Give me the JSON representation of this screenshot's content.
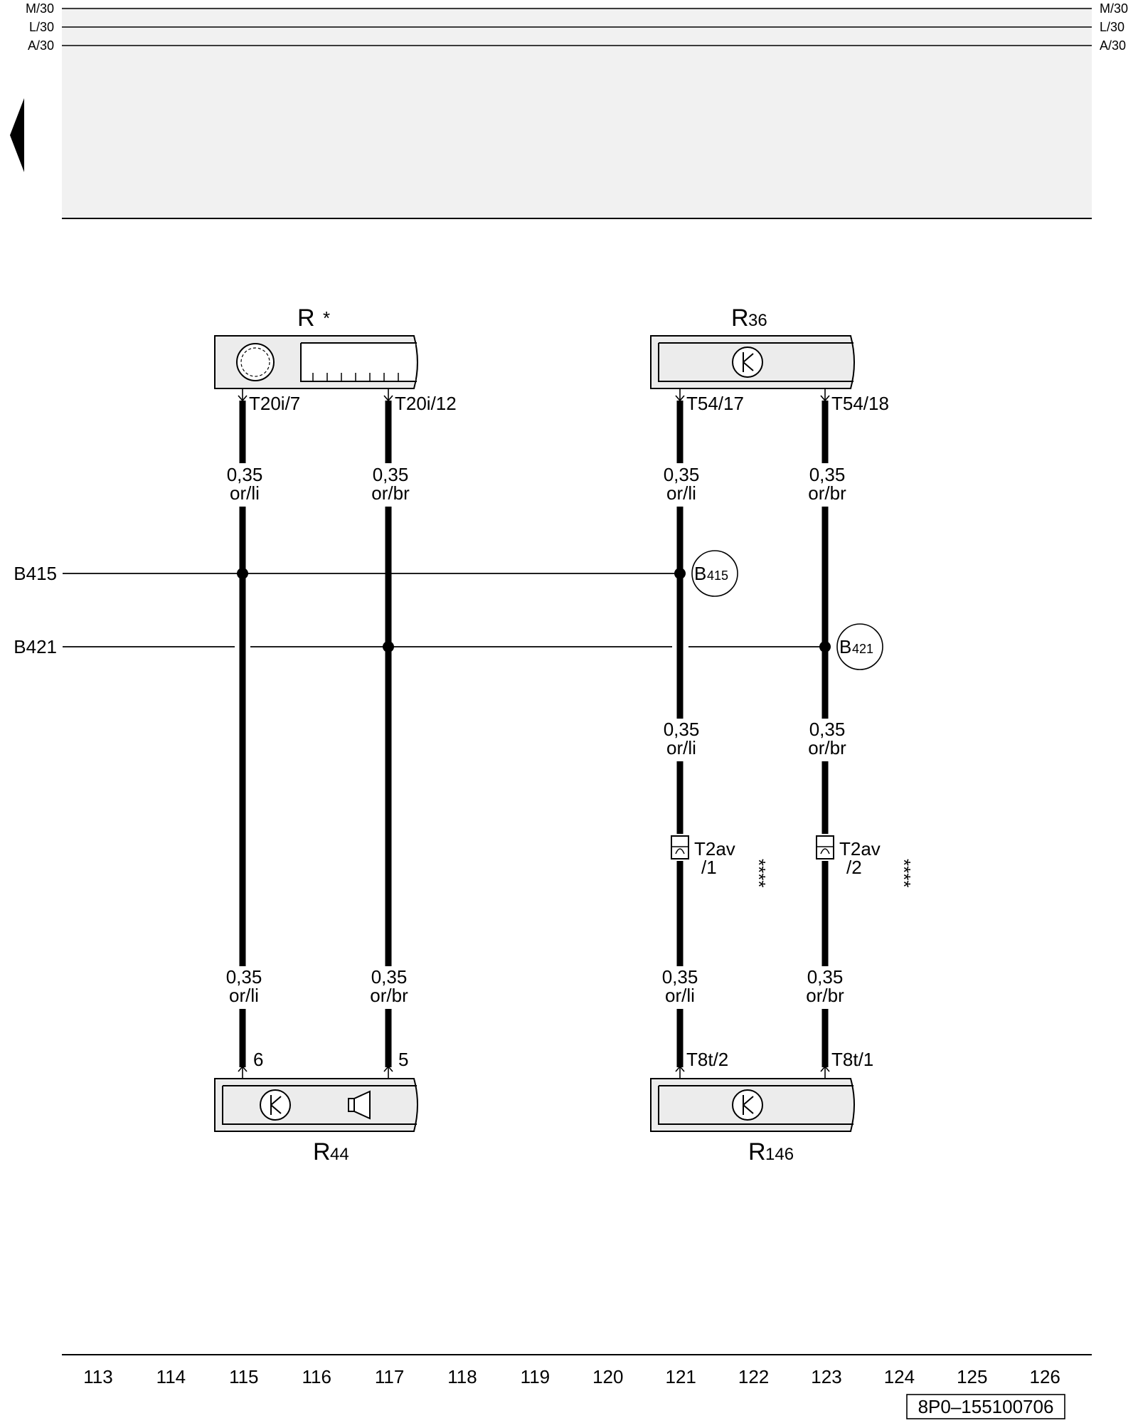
{
  "rails": [
    "M/30",
    "L/30",
    "A/30"
  ],
  "nav": {
    "icon": "previous-page-arrow-icon"
  },
  "buses": [
    "B415",
    "B421"
  ],
  "components": {
    "r_star": {
      "letter": "R",
      "suffix": "*"
    },
    "r36": {
      "letter": "R",
      "num": "36"
    },
    "r44": {
      "letter": "R",
      "num": "44"
    },
    "r146": {
      "letter": "R",
      "num": "146"
    }
  },
  "connectors": {
    "c1_top": "T20i/7",
    "c2_top": "T20i/12",
    "c3_top": "T54/17",
    "c4_top": "T54/18",
    "c1_bot": "6",
    "c2_bot": "5",
    "c3_bot": "T8t/2",
    "c4_bot": "T8t/1"
  },
  "wires": {
    "w1": {
      "size": "0,35",
      "color": "or/li"
    },
    "w2": {
      "size": "0,35",
      "color": "or/br"
    },
    "w3": {
      "size": "0,35",
      "color": "or/li"
    },
    "w4": {
      "size": "0,35",
      "color": "or/br"
    }
  },
  "splices": {
    "b415": {
      "letter": "B",
      "num": "415"
    },
    "b421": {
      "letter": "B",
      "num": "421"
    }
  },
  "inline_connectors": {
    "left": {
      "line1": "T2av",
      "line2": "/1",
      "stars": "****"
    },
    "right": {
      "line1": "T2av",
      "line2": "/2",
      "stars": "****"
    }
  },
  "columns": [
    "113",
    "114",
    "115",
    "116",
    "117",
    "118",
    "119",
    "120",
    "121",
    "122",
    "123",
    "124",
    "125",
    "126"
  ],
  "doc_id": "8P0–155100706",
  "colors": {
    "ink": "#000000",
    "panel": "#f1f1f1",
    "component_fill": "#ececec"
  }
}
